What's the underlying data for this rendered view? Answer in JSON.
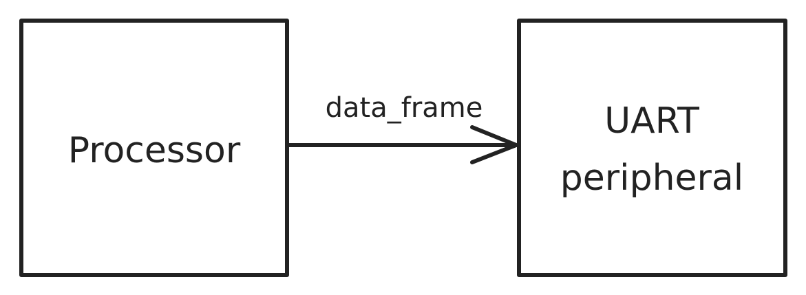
{
  "diagram": {
    "blocks": {
      "processor": {
        "label": "Processor"
      },
      "uart": {
        "line1": "UART",
        "line2": "peripheral"
      }
    },
    "edges": {
      "data": {
        "label": "data_frame"
      }
    },
    "colors": {
      "stroke": "#222222",
      "background": "#ffffff"
    }
  }
}
